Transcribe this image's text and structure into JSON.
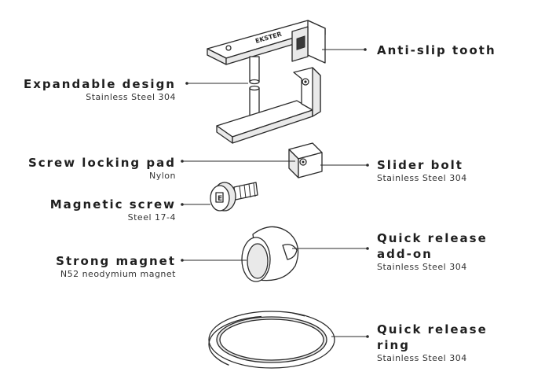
{
  "brand_mark": "EKSTER",
  "labels": {
    "anti_slip": {
      "title": "Anti-slip tooth"
    },
    "expandable": {
      "title": "Expandable design",
      "sub": "Stainless Steel 304"
    },
    "screw_pad": {
      "title": "Screw locking pad",
      "sub": "Nylon"
    },
    "slider": {
      "title": "Slider bolt",
      "sub": "Stainless Steel 304"
    },
    "mag_screw": {
      "title": "Magnetic screw",
      "sub": "Steel 17-4"
    },
    "quick_addon": {
      "title_line1": "Quick release",
      "title_line2": "add-on",
      "sub": "Stainless Steel 304"
    },
    "magnet": {
      "title": "Strong magnet",
      "sub": "N52 neodymium magnet"
    },
    "quick_ring": {
      "title_line1": "Quick release",
      "title_line2": "ring",
      "sub": "Stainless Steel 304"
    }
  },
  "colors": {
    "line": "#2a2a2a",
    "text": "#1f1f1f",
    "background": "#ffffff"
  }
}
